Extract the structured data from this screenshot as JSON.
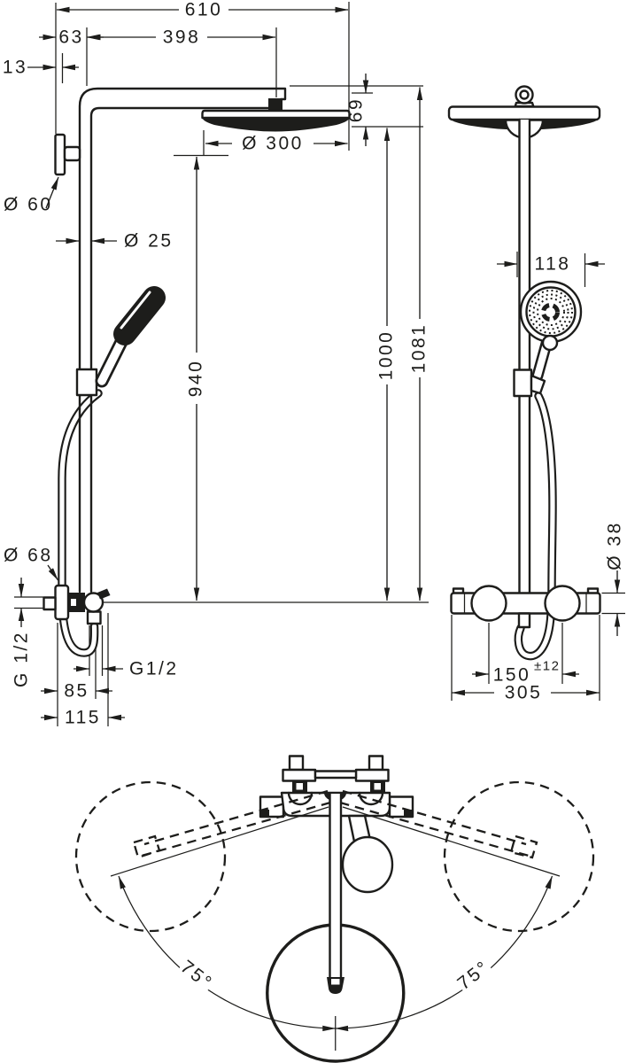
{
  "colors": {
    "ink": "#1d1d1b",
    "paper": "#ffffff"
  },
  "front_view": {
    "dims": {
      "total_width": "610",
      "wall_to_riser": "63",
      "riser_to_head_center": "398",
      "wall_plate_depth": "13",
      "head_drop": "69",
      "head_diameter": "Ø 300",
      "wall_bracket_diameter": "Ø 60",
      "riser_pipe_diameter": "Ø 25",
      "valve_to_spray_face": "940",
      "valve_to_head_face": "1000",
      "valve_to_arm_top": "1081",
      "escutcheon_diameter": "Ø 68",
      "inlet_thread": "G 1/2",
      "outlet_thread": "G1/2",
      "wall_to_hose_outlet": "85",
      "wall_to_valve_front": "115"
    }
  },
  "side_view": {
    "dims": {
      "handshower_offset": "118",
      "valve_body_diameter": "Ø 38",
      "inlet_center_distance": "150",
      "inlet_center_tolerance": "±12",
      "valve_total_width": "305"
    }
  },
  "top_view": {
    "dims": {
      "swivel_angle_left": "75°",
      "swivel_angle_right": "75°"
    }
  }
}
